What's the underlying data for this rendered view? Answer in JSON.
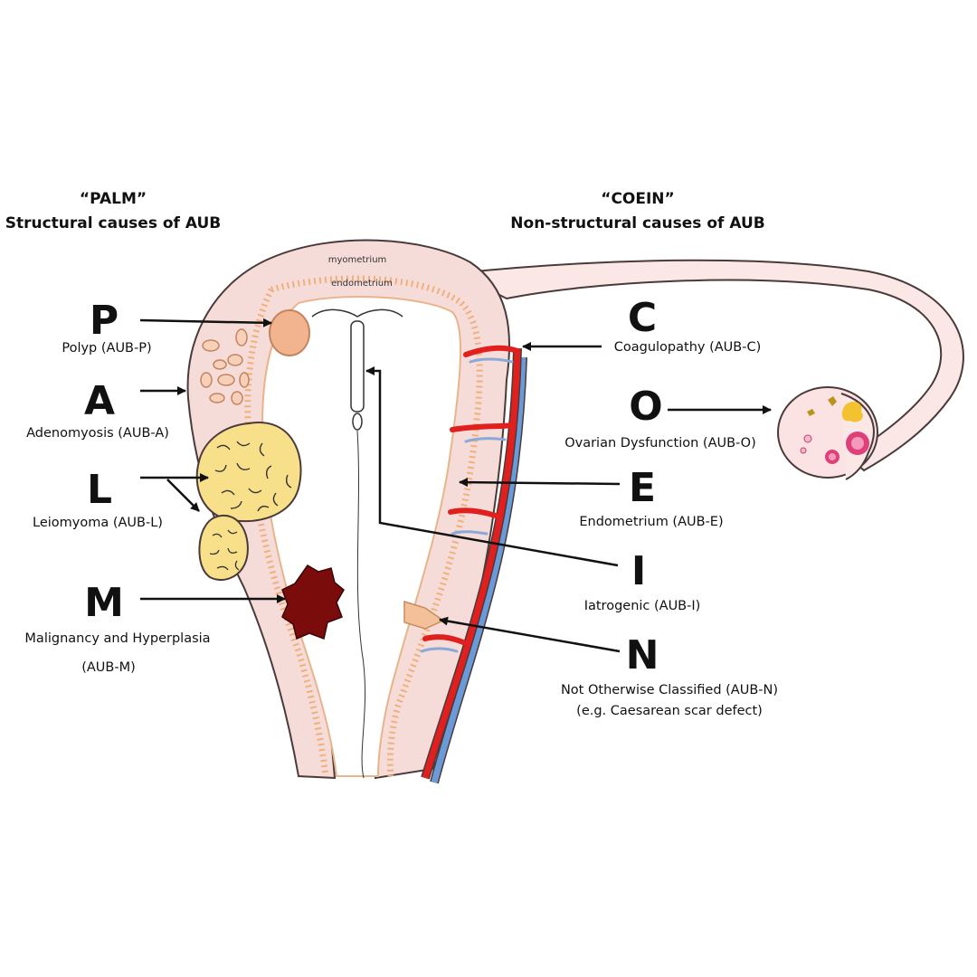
{
  "headers": {
    "palm": {
      "title": "“PALM”",
      "subtitle": "Structural causes of AUB"
    },
    "coein": {
      "title": "“COEIN”",
      "subtitle": "Non-structural causes of AUB"
    }
  },
  "anatomy": {
    "myometrium": "myometrium",
    "endometrium": "endometrium"
  },
  "palm": [
    {
      "letter": "P",
      "label": "Polyp  (AUB-P)"
    },
    {
      "letter": "A",
      "label": "Adenomyosis (AUB-A)"
    },
    {
      "letter": "L",
      "label": "Leiomyoma (AUB-L)"
    },
    {
      "letter": "M",
      "label": "Malignancy and Hyperplasia",
      "label2": "(AUB-M)"
    }
  ],
  "coein": [
    {
      "letter": "C",
      "label": "Coagulopathy  (AUB-C)"
    },
    {
      "letter": "O",
      "label": "Ovarian Dysfunction (AUB-O)"
    },
    {
      "letter": "E",
      "label": "Endometrium (AUB-E)"
    },
    {
      "letter": "I",
      "label": "Iatrogenic (AUB-I)"
    },
    {
      "letter": "N",
      "label": "Not Otherwise Classified (AUB-N)",
      "label2": "(e.g. Caesarean scar defect)"
    }
  ],
  "colors": {
    "myometrium": "#f6dcd8",
    "endometrium": "#f4c09a",
    "fibroid": "#f8e08a",
    "malignancy": "#7a0c0c",
    "artery": "#e0201e",
    "vein": "#6a9ad8",
    "ovary": "#fbe3e4"
  }
}
